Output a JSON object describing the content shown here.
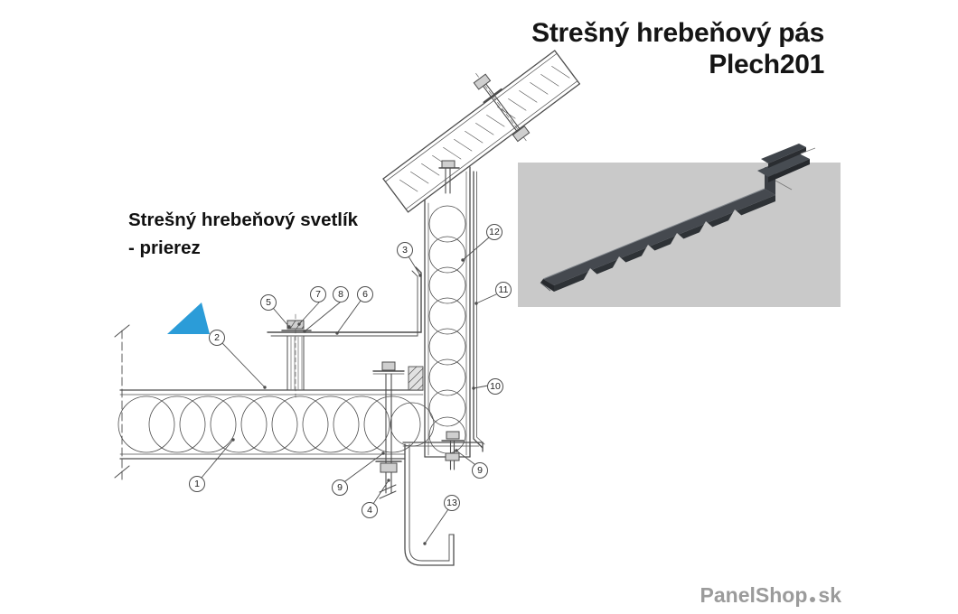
{
  "title": {
    "line1": "Strešný hrebeňový pás",
    "line2": "Plech201"
  },
  "caption": {
    "line1": "Strešný hrebeňový svetlík",
    "line2": "- prierez"
  },
  "callouts": [
    {
      "id": "1",
      "label": "1"
    },
    {
      "id": "2",
      "label": "2"
    },
    {
      "id": "3",
      "label": "3"
    },
    {
      "id": "4",
      "label": "4"
    },
    {
      "id": "5",
      "label": "5"
    },
    {
      "id": "6",
      "label": "6"
    },
    {
      "id": "7",
      "label": "7"
    },
    {
      "id": "8",
      "label": "8"
    },
    {
      "id": "9a",
      "label": "9"
    },
    {
      "id": "9b",
      "label": "9"
    },
    {
      "id": "10",
      "label": "10"
    },
    {
      "id": "11",
      "label": "11"
    },
    {
      "id": "12",
      "label": "12"
    },
    {
      "id": "13",
      "label": "13"
    }
  ],
  "logo": {
    "name": "PanelShop",
    "tld": "sk"
  },
  "colors": {
    "marker_blue": "#2b9cd8",
    "inset_background": "#c9c9c9",
    "inset_metal": "#45494f",
    "logo_gray": "#9b9b9b"
  }
}
